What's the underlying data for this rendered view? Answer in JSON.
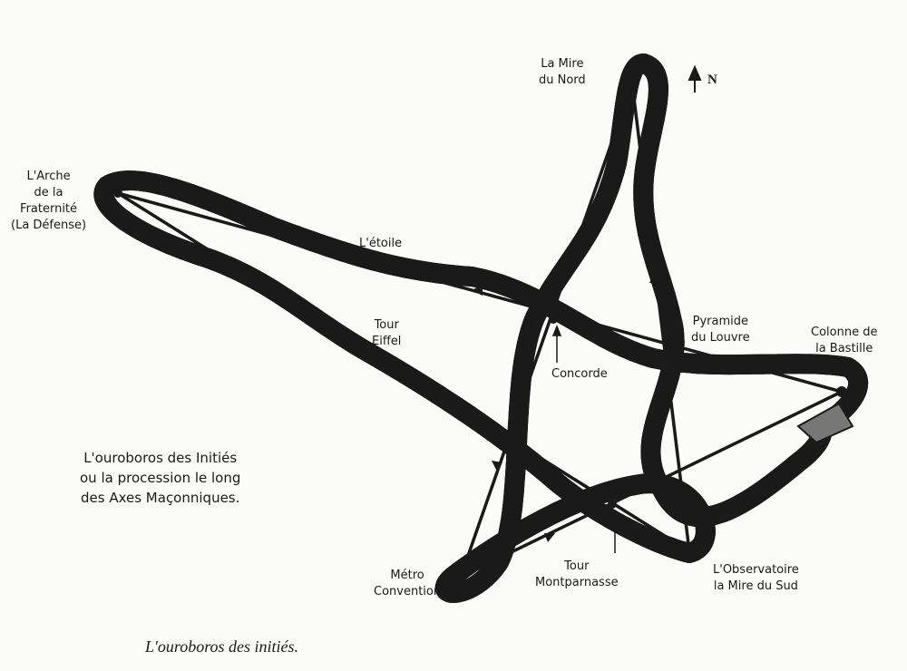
{
  "labels": {
    "mire_nord": "La Mire\ndu Nord",
    "arche": "L'Arche\nde la\nFraternité\n(La Défense)",
    "etoile": "L'étoile",
    "tour_eiffel": "Tour\nEiffel",
    "concorde": "Concorde",
    "pyramide": "Pyramide\ndu Louvre",
    "bastille": "Colonne de\nla Bastille",
    "convention": "Métro\nConvention",
    "montparnasse": "Tour\nMontparnasse",
    "observatoire": "L'Observatoire\nla Mire du Sud"
  },
  "north": "N",
  "legend": "L'ouroboros des Initiés\nou la procession le long\ndes Axes Maçonniques.",
  "caption": "L'ouroboros des initiés."
}
